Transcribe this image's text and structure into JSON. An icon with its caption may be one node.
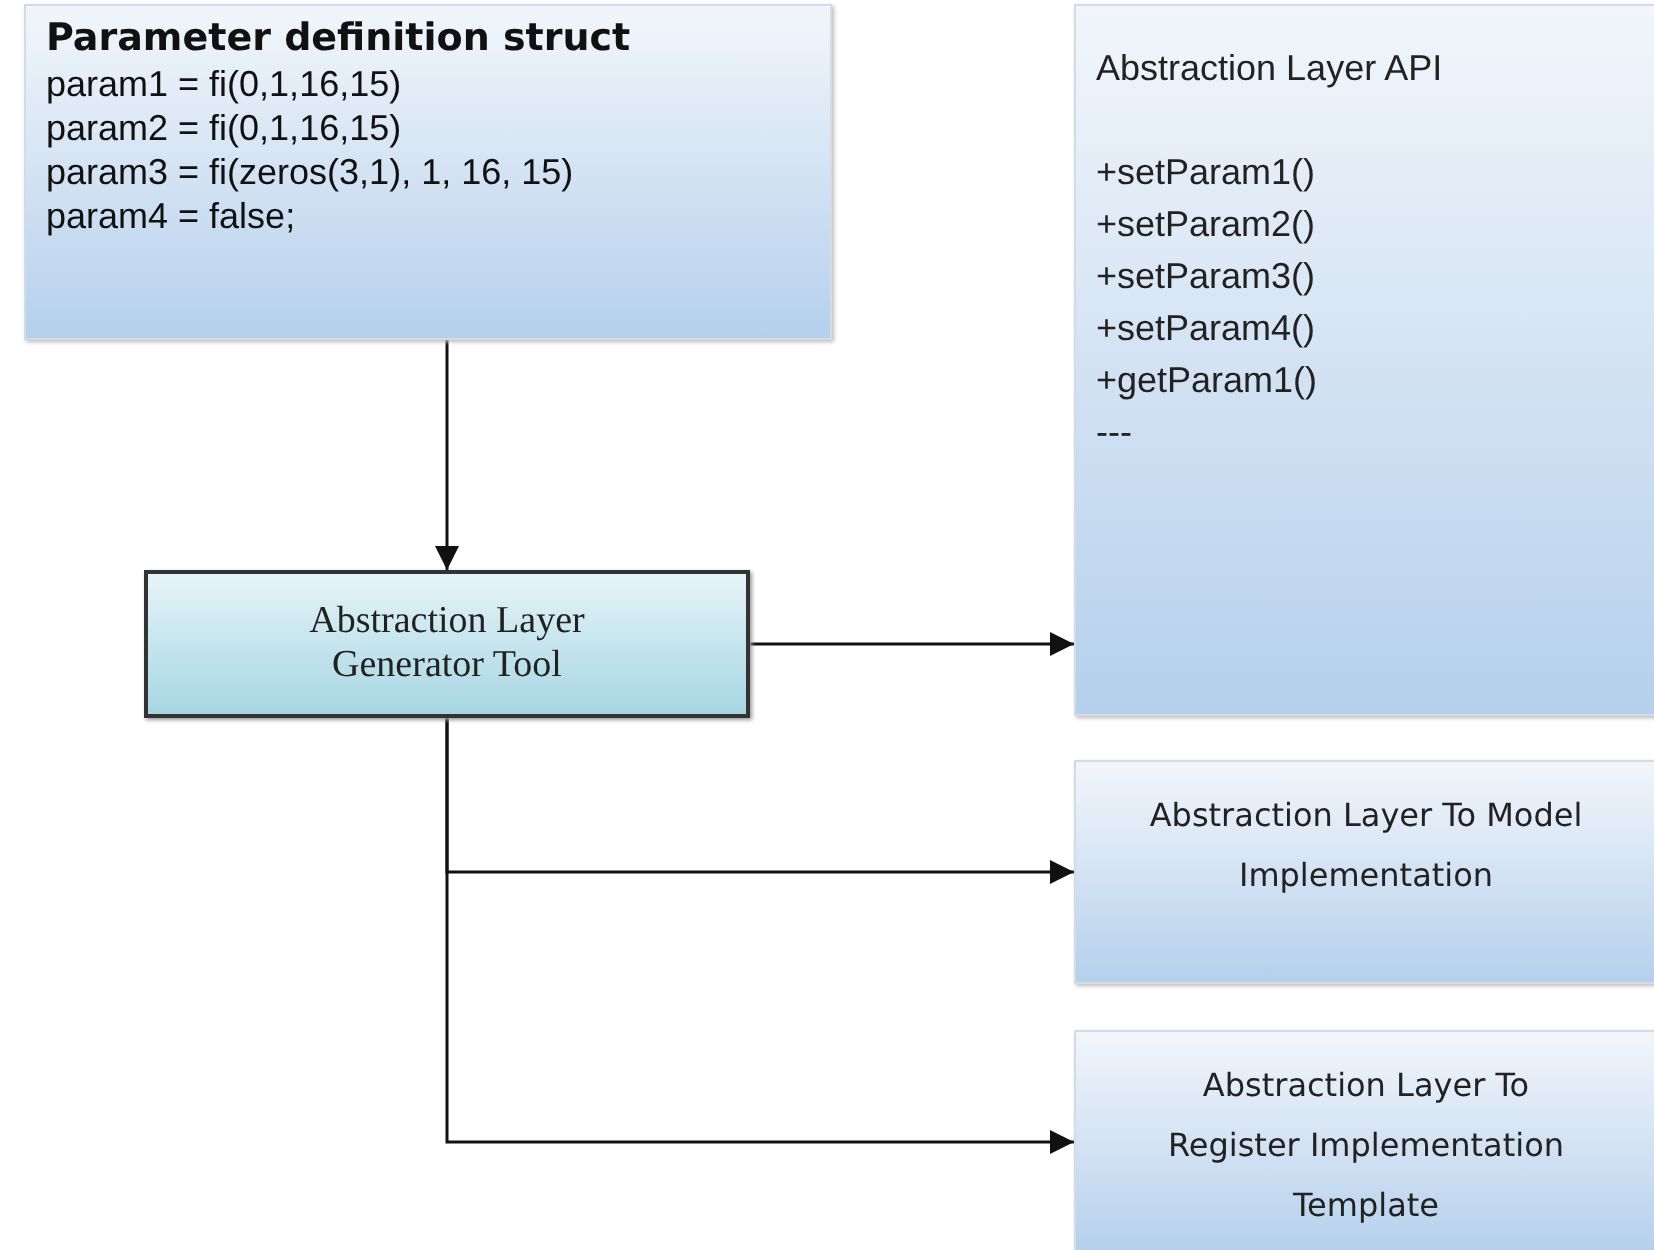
{
  "diagram": {
    "nodes": [
      {
        "text": [
          "Parameter definition struct",
          "param1 = fi(0,1,16,15)",
          "param2 = fi(0,1,16,15)",
          "param3 = fi(zeros(3,1), 1, 16, 15)",
          "param4 = false;"
        ]
      },
      {
        "text": [
          "Abstraction Layer API",
          "+setParam1()",
          "+setParam2()",
          "+setParam3()",
          "+setParam4()",
          "+getParam1()",
          "---"
        ]
      },
      {
        "text": [
          "Abstraction Layer Generator Tool"
        ]
      },
      {
        "text": [
          "Abstraction Layer To Model Implementation"
        ]
      },
      {
        "text": [
          "Abstraction Layer To Register Implementation Template"
        ]
      }
    ],
    "edges": [
      {
        "from": 0,
        "to": 2,
        "arrow": "to"
      },
      {
        "from": 2,
        "to": 1,
        "arrow": "to"
      },
      {
        "from": 2,
        "to": 3,
        "arrow": "to"
      },
      {
        "from": 2,
        "to": 4,
        "arrow": "to"
      }
    ]
  }
}
